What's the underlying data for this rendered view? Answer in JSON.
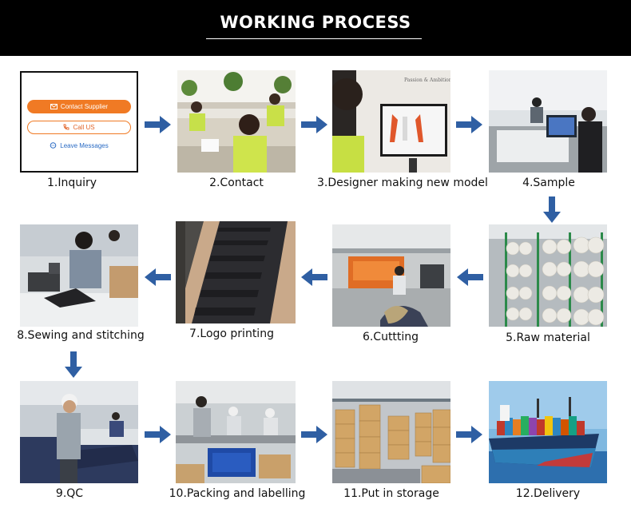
{
  "header": {
    "title": "WORKING PROCESS"
  },
  "inquiry_card": {
    "contact_supplier": "Contact Supplier",
    "call_us": "Call US",
    "leave_messages": "Leave Messages"
  },
  "steps": [
    {
      "label": "1.Inquiry"
    },
    {
      "label": "2.Contact"
    },
    {
      "label": "3.Designer making new model"
    },
    {
      "label": "4.Sample"
    },
    {
      "label": "5.Raw material"
    },
    {
      "label": "6.Cuttting"
    },
    {
      "label": "7.Logo printing"
    },
    {
      "label": "8.Sewing and stitching"
    },
    {
      "label": "9.QC"
    },
    {
      "label": "10.Packing and labelling"
    },
    {
      "label": "11.Put in storage"
    },
    {
      "label": "12.Delivery"
    }
  ],
  "colors": {
    "arrow": "#2f5fa3",
    "accent_orange": "#f07a24",
    "header_bg": "#000000"
  }
}
